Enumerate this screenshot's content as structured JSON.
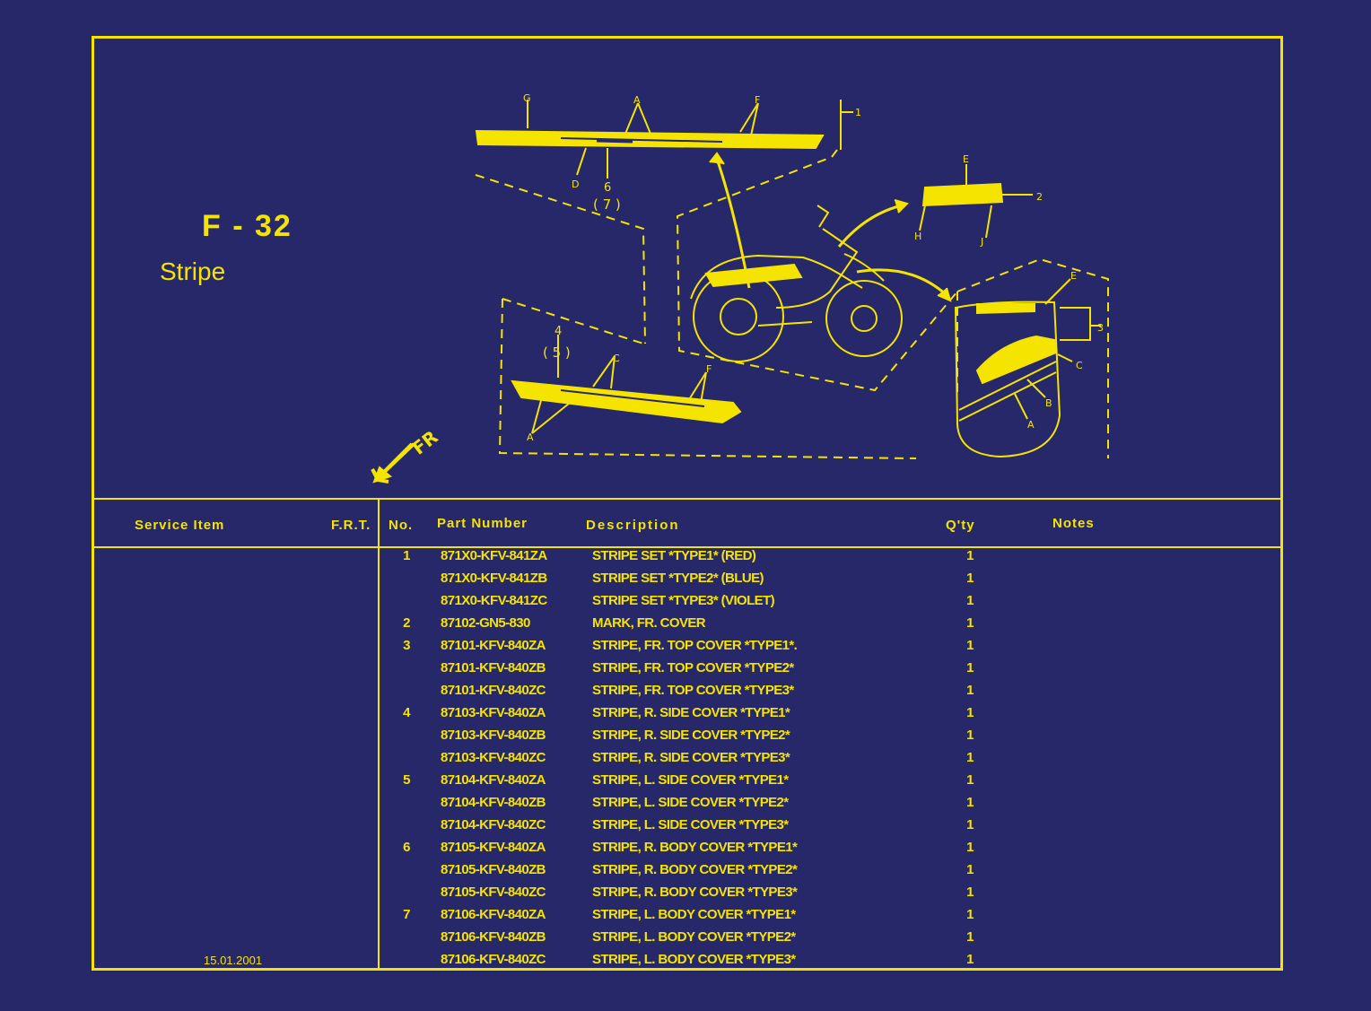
{
  "page": {
    "code": "F - 32",
    "title": "Stripe",
    "date": "15.01.2001"
  },
  "header": {
    "service_item": "Service Item",
    "frt": "F.R.T.",
    "no": "No.",
    "part_number": "Part Number",
    "description": "Description",
    "qty": "Q'ty",
    "notes": "Notes"
  },
  "diagram": {
    "fr_label": "FR",
    "callouts": [
      "1",
      "2",
      "3",
      "4",
      "(5)",
      "6",
      "(7)",
      "A",
      "B",
      "C",
      "D",
      "E",
      "F",
      "G",
      "H",
      "J"
    ]
  },
  "parts": [
    {
      "no": "1",
      "part_number": "871X0-KFV-841ZA",
      "description": "STRIPE SET *TYPE1* (RED)",
      "qty": "1"
    },
    {
      "no": "",
      "part_number": "871X0-KFV-841ZB",
      "description": "STRIPE SET *TYPE2* (BLUE)",
      "qty": "1"
    },
    {
      "no": "",
      "part_number": "871X0-KFV-841ZC",
      "description": "STRIPE SET *TYPE3* (VIOLET)",
      "qty": "1"
    },
    {
      "no": "2",
      "part_number": "87102-GN5-830",
      "description": "MARK, FR. COVER",
      "qty": "1"
    },
    {
      "no": "3",
      "part_number": "87101-KFV-840ZA",
      "description": "STRIPE, FR. TOP COVER *TYPE1*.",
      "qty": "1"
    },
    {
      "no": "",
      "part_number": "87101-KFV-840ZB",
      "description": "STRIPE, FR. TOP COVER *TYPE2*",
      "qty": "1"
    },
    {
      "no": "",
      "part_number": "87101-KFV-840ZC",
      "description": "STRIPE, FR. TOP COVER *TYPE3*",
      "qty": "1"
    },
    {
      "no": "4",
      "part_number": "87103-KFV-840ZA",
      "description": "STRIPE, R. SIDE COVER *TYPE1*",
      "qty": "1"
    },
    {
      "no": "",
      "part_number": "87103-KFV-840ZB",
      "description": "STRIPE, R. SIDE COVER *TYPE2*",
      "qty": "1"
    },
    {
      "no": "",
      "part_number": "87103-KFV-840ZC",
      "description": "STRIPE, R. SIDE COVER *TYPE3*",
      "qty": "1"
    },
    {
      "no": "5",
      "part_number": "87104-KFV-840ZA",
      "description": "STRIPE, L. SIDE COVER *TYPE1*",
      "qty": "1"
    },
    {
      "no": "",
      "part_number": "87104-KFV-840ZB",
      "description": "STRIPE, L. SIDE COVER *TYPE2*",
      "qty": "1"
    },
    {
      "no": "",
      "part_number": "87104-KFV-840ZC",
      "description": "STRIPE, L. SIDE COVER *TYPE3*",
      "qty": "1"
    },
    {
      "no": "6",
      "part_number": "87105-KFV-840ZA",
      "description": "STRIPE, R. BODY COVER *TYPE1*",
      "qty": "1"
    },
    {
      "no": "",
      "part_number": "87105-KFV-840ZB",
      "description": "STRIPE, R. BODY COVER *TYPE2*",
      "qty": "1"
    },
    {
      "no": "",
      "part_number": "87105-KFV-840ZC",
      "description": "STRIPE, R. BODY COVER *TYPE3*",
      "qty": "1"
    },
    {
      "no": "7",
      "part_number": "87106-KFV-840ZA",
      "description": "STRIPE, L. BODY COVER *TYPE1*",
      "qty": "1"
    },
    {
      "no": "",
      "part_number": "87106-KFV-840ZB",
      "description": "STRIPE, L. BODY COVER *TYPE2*",
      "qty": "1"
    },
    {
      "no": "",
      "part_number": "87106-KFV-840ZC",
      "description": "STRIPE, L. BODY COVER *TYPE3*",
      "qty": "1"
    }
  ]
}
